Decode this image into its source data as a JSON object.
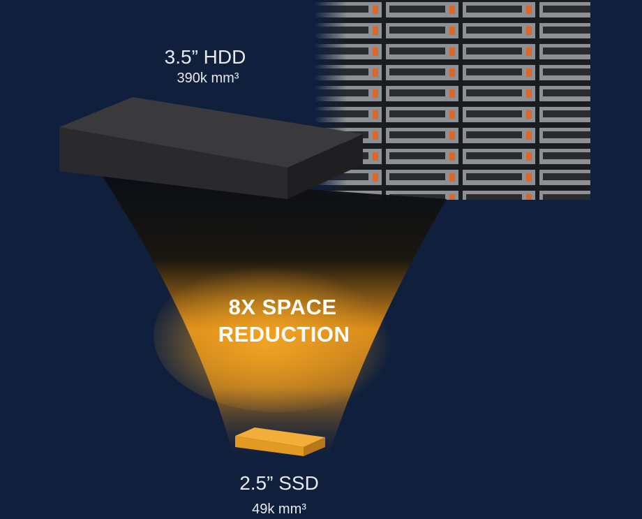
{
  "hdd": {
    "title": "3.5” HDD",
    "volume": "390k mm³"
  },
  "reduction": {
    "line1": "8X SPACE",
    "line2": "REDUCTION"
  },
  "ssd": {
    "title": "2.5” SSD",
    "volume": "49k mm³"
  },
  "colors": {
    "background": "#0f1f3c",
    "accent": "#f0a830",
    "hdd": "#2f2f31"
  }
}
